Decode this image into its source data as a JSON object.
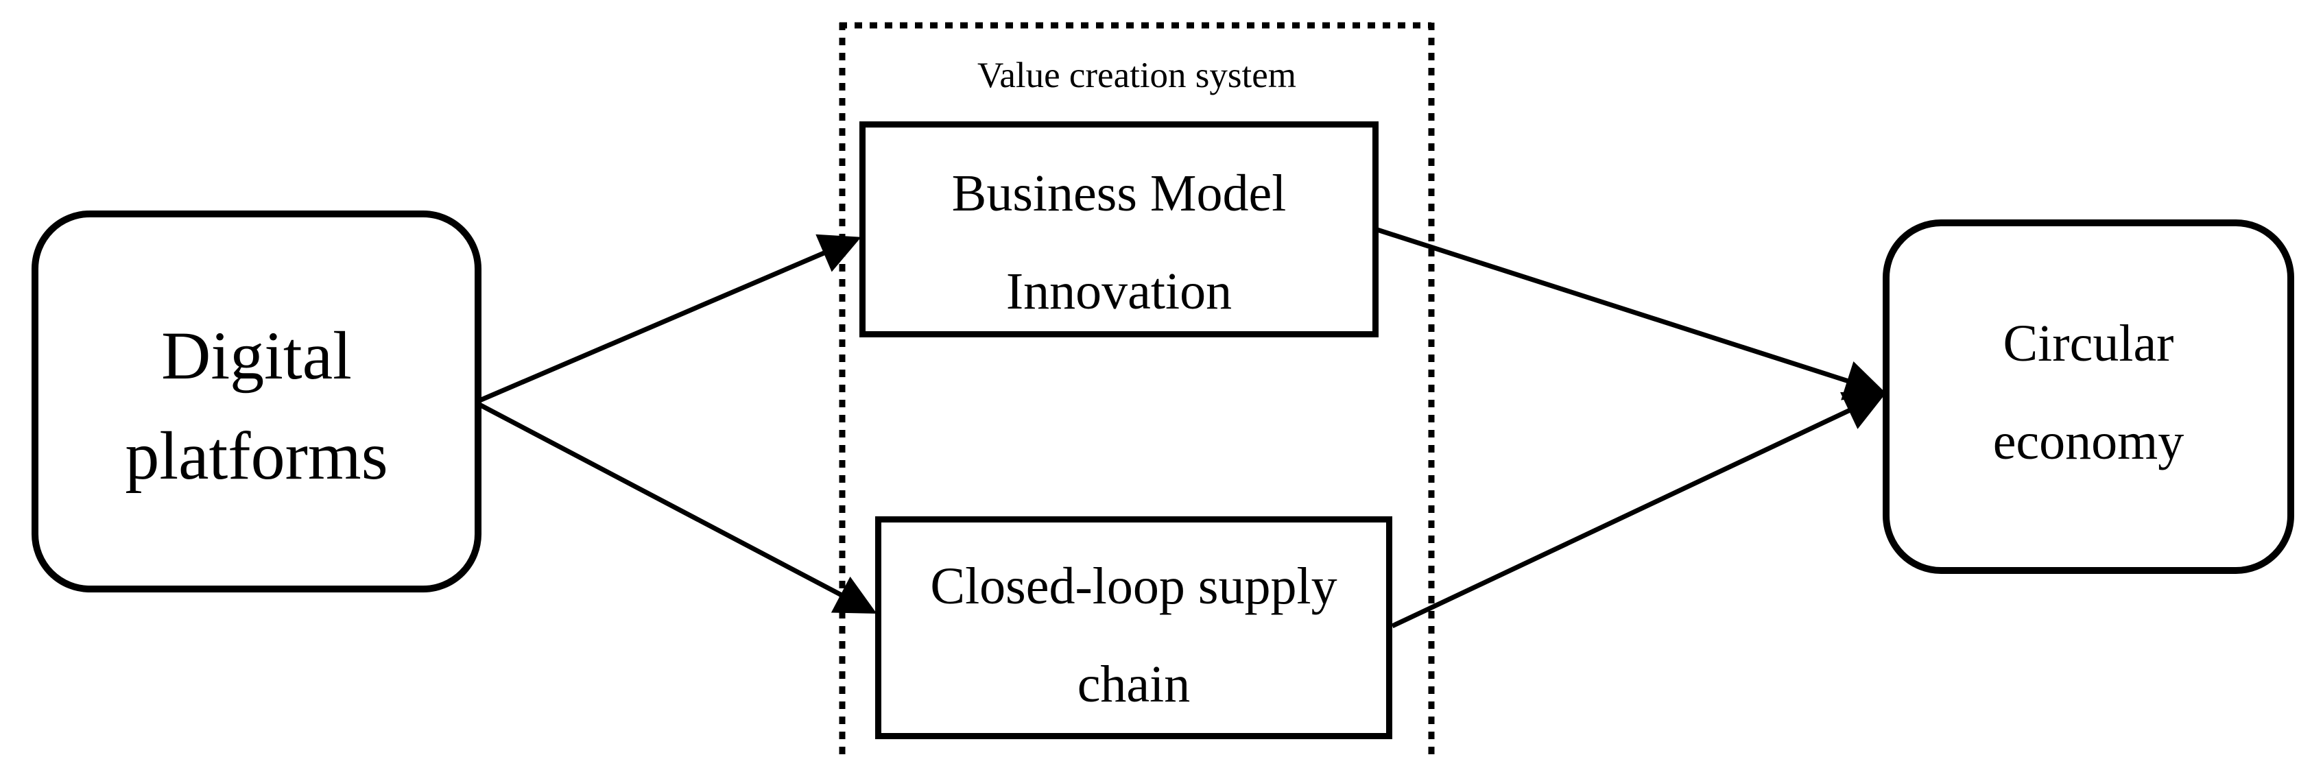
{
  "diagram": {
    "background_color": "#ffffff",
    "stroke_color": "#000000",
    "container": {
      "label": "Value creation system",
      "border_style": "dashed",
      "contains": [
        "business_model_innovation",
        "closed_loop_supply_chain"
      ]
    },
    "nodes": {
      "digital_platforms": {
        "line1": "Digital",
        "line2": "platforms",
        "shape": "rounded-rectangle"
      },
      "business_model_innovation": {
        "line1": "Business Model",
        "line2": "Innovation",
        "shape": "rectangle"
      },
      "closed_loop_supply_chain": {
        "line1": "Closed-loop supply",
        "line2": "chain",
        "shape": "rectangle"
      },
      "circular_economy": {
        "line1": "Circular",
        "line2": "economy",
        "shape": "rounded-rectangle"
      }
    },
    "edges": [
      {
        "from": "digital_platforms",
        "to": "business_model_innovation"
      },
      {
        "from": "digital_platforms",
        "to": "closed_loop_supply_chain"
      },
      {
        "from": "business_model_innovation",
        "to": "circular_economy"
      },
      {
        "from": "closed_loop_supply_chain",
        "to": "circular_economy"
      }
    ]
  }
}
